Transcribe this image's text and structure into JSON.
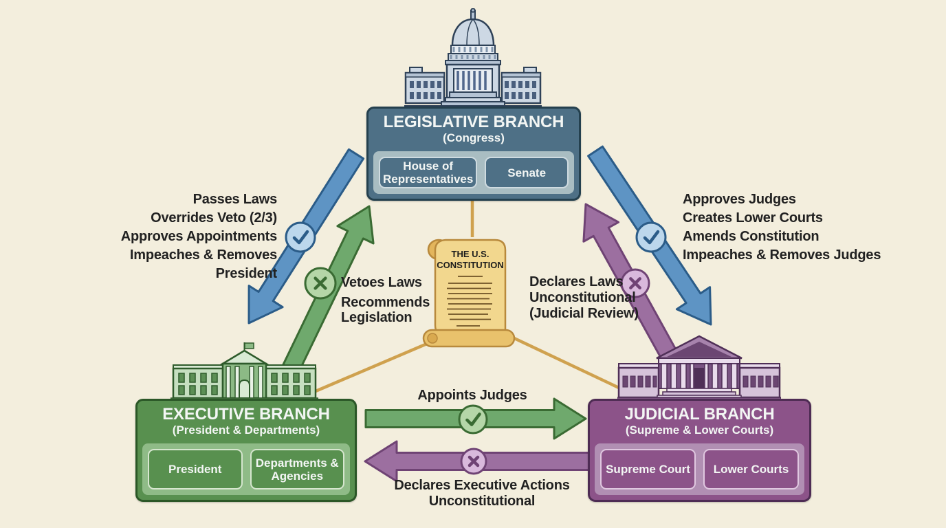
{
  "colors": {
    "background": "#f3eedd",
    "ink": "#212121",
    "slate": "#4e7086",
    "slate_dark": "#24404e",
    "slate_light": "#a9bdc2",
    "slate_box_border": "#cfdbe0",
    "green": "#58904f",
    "green_dark": "#2b5727",
    "green_light": "#8fbb87",
    "green_box_border": "#d6e6cf",
    "purple": "#8c5389",
    "purple_dark": "#4e2c54",
    "purple_light": "#b18fb3",
    "purple_box_border": "#e0c8e0",
    "arrow_blue": "#5e94c4",
    "arrow_blue_dark": "#2b5c88",
    "arrow_blue_badge": "#bcd7ec",
    "arrow_green": "#6fa96d",
    "arrow_green_dark": "#3a6b33",
    "arrow_green_badge": "#b5d6a8",
    "arrow_purple": "#9c6fa0",
    "arrow_purple_dark": "#6f4374",
    "arrow_purple_badge": "#d9b9dc",
    "gold": "#cfa14e",
    "scroll_fill": "#f2d78e",
    "scroll_edge": "#b8893c"
  },
  "branches": {
    "legislative": {
      "title": "LEGISLATIVE BRANCH",
      "subtitle": "(Congress)",
      "boxes": [
        "House of Representatives",
        "Senate"
      ]
    },
    "executive": {
      "title": "EXECUTIVE BRANCH",
      "subtitle": "(President & Departments)",
      "boxes": [
        "President",
        "Departments & Agencies"
      ]
    },
    "judicial": {
      "title": "JUDICIAL BRANCH",
      "subtitle": "(Supreme & Lower Courts)",
      "boxes": [
        "Supreme Court",
        "Lower Courts"
      ]
    }
  },
  "constitution": {
    "line1": "THE U.S.",
    "line2": "CONSTITUTION"
  },
  "labels": {
    "congress_checks_president": [
      "Passes Laws",
      "Overrides Veto (2/3)",
      "Approves Appointments",
      "Impeaches & Removes",
      "President"
    ],
    "congress_checks_courts": [
      "Approves Judges",
      "Creates Lower Courts",
      "Amends Constitution",
      "Impeaches & Removes Judges"
    ],
    "president_checks_congress": [
      "Vetoes Laws",
      "Recommends",
      "Legislation"
    ],
    "courts_check_congress": [
      "Declares Laws",
      "Unconstitutional",
      "(Judicial Review)"
    ],
    "president_checks_courts": "Appoints Judges",
    "courts_check_president": [
      "Declares Executive Actions",
      "Unconstitutional"
    ]
  },
  "icons": {
    "capitol": "capitol-building-icon",
    "white_house": "white-house-icon",
    "supreme_court": "supreme-court-icon",
    "check": "check-icon",
    "cross": "x-icon"
  }
}
